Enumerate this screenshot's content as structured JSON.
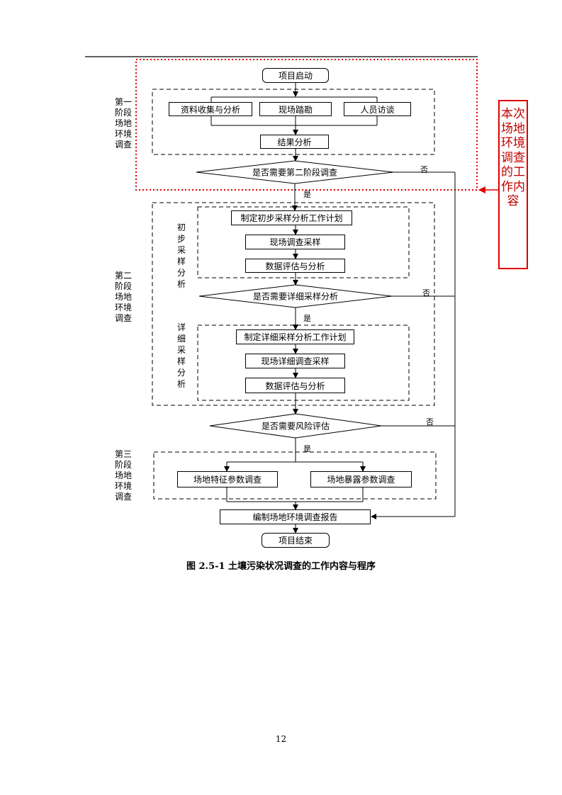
{
  "flowchart": {
    "start": "项目启动",
    "end": "项目结束",
    "stage1": {
      "label": "第一阶段场地环境调查",
      "items": [
        "资料收集与分析",
        "现场踏勘",
        "人员访谈"
      ],
      "result": "结果分析"
    },
    "decision1": "是否需要第二阶段调查",
    "stage2": {
      "label": "第二阶段场地环境调查",
      "preliminary": {
        "label": "初步采样分析",
        "steps": [
          "制定初步采样分析工作计划",
          "现场调查采样",
          "数据评估与分析"
        ]
      },
      "decision": "是否需要详细采样分析",
      "detailed": {
        "label": "详细采样分析",
        "steps": [
          "制定详细采样分析工作计划",
          "现场详细调查采样",
          "数据评估与分析"
        ]
      }
    },
    "decision3": "是否需要风险评估",
    "stage3": {
      "label": "第三阶段场地环境调查",
      "items": [
        "场地特征参数调查",
        "场地暴露参数调查"
      ]
    },
    "report": "编制场地环境调查报告",
    "yes": "是",
    "no": "否"
  },
  "callout": {
    "text": "本次场地环境调查的工作内容",
    "color": "#e00000"
  },
  "caption": "图 2.5-1 土壤污染状况调查的工作内容与程序",
  "page_number": "12"
}
